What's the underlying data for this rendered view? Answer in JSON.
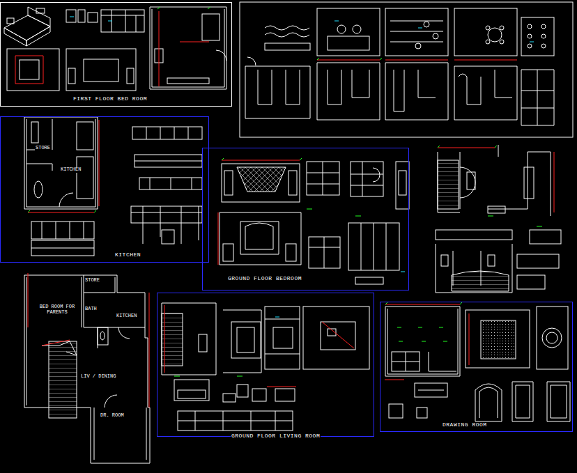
{
  "diagram": {
    "nodes": [
      {
        "text": [
          "FIRST FLOOR BED ROOM"
        ]
      },
      {
        "text": [
          "KITCHEN"
        ]
      },
      {
        "text": [
          "GROUND FLOOR BEDROOM"
        ]
      },
      {
        "text": [
          "GROUND FLOOR LIVING ROOM"
        ]
      },
      {
        "text": [
          "DRAWING ROOM"
        ]
      }
    ],
    "labels": [
      "STORE",
      "KITCHEN",
      "BED ROOM FOR PARENTS",
      "STORE",
      "BATH",
      "KITCHEN",
      "LIV / DINING",
      "DR. ROOM"
    ]
  }
}
